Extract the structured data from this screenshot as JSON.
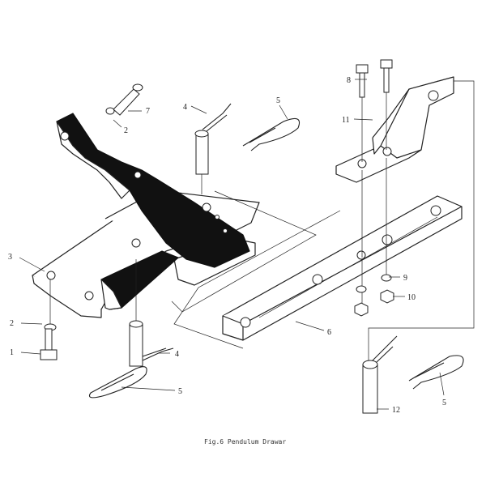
{
  "caption": "Fig.6 Pendulum Drawar",
  "callouts": {
    "c1": "1",
    "c2a": "2",
    "c2b": "2",
    "c3": "3",
    "c4a": "4",
    "c4b": "4",
    "c5a": "5",
    "c5b": "5",
    "c5c": "5",
    "c6": "6",
    "c7": "7",
    "c8": "8",
    "c9": "9",
    "c10": "10",
    "c11": "11",
    "c12": "12"
  }
}
